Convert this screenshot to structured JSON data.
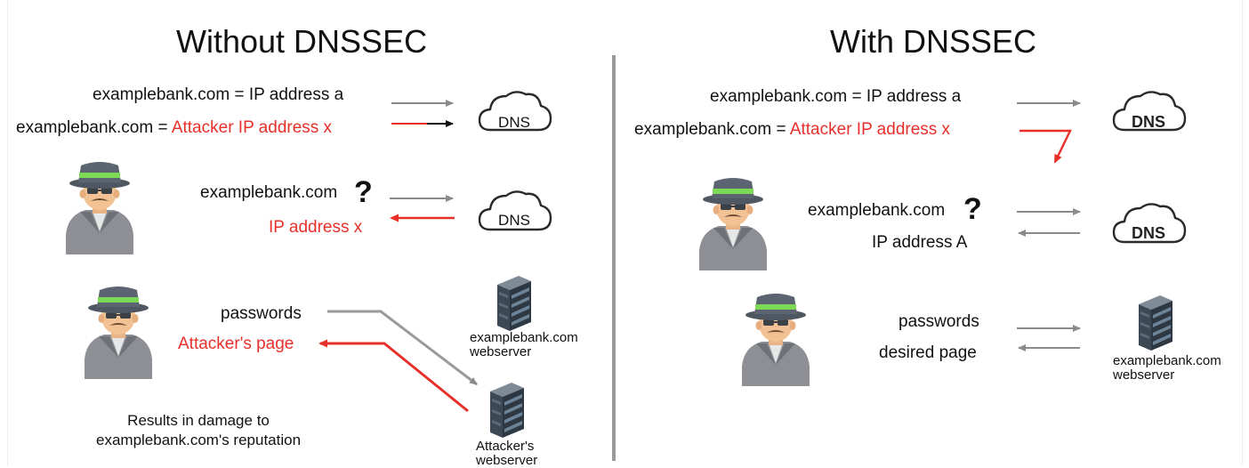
{
  "left": {
    "title": "Without DNSSEC",
    "row1": {
      "domain": "examplebank.com",
      "eq": "=",
      "value": "IP address a"
    },
    "row2": {
      "domain": "examplebank.com",
      "eq": "=",
      "value": "Attacker IP address x"
    },
    "query": {
      "domain": "examplebank.com",
      "qmark": "?",
      "reply": "IP address x"
    },
    "exchange": {
      "sent": "passwords",
      "received": "Attacker's page"
    },
    "dns_label_1": "DNS",
    "dns_label_2": "DNS",
    "server_bank": "examplebank.com\nwebserver",
    "server_attacker": "Attacker's\nwebserver",
    "result": "Results in damage to\nexamplebank.com's reputation"
  },
  "right": {
    "title": "With DNSSEC",
    "row1": {
      "domain": "examplebank.com",
      "eq": "=",
      "value": "IP address a"
    },
    "row2": {
      "domain": "examplebank.com",
      "eq": "=",
      "value": "Attacker IP address x"
    },
    "query": {
      "domain": "examplebank.com",
      "qmark": "?",
      "reply": "IP address A"
    },
    "exchange": {
      "sent": "passwords",
      "received": "desired page"
    },
    "dns_label_1": "DNS",
    "dns_label_2": "DNS",
    "server_bank": "examplebank.com\nwebserver"
  },
  "colors": {
    "red": "#e8302a",
    "gray": "#8a8a8a",
    "hat": "#5b6470",
    "band": "#7ed957"
  },
  "icons": [
    "spy-icon",
    "cloud-icon",
    "server-icon",
    "arrow-icon"
  ]
}
